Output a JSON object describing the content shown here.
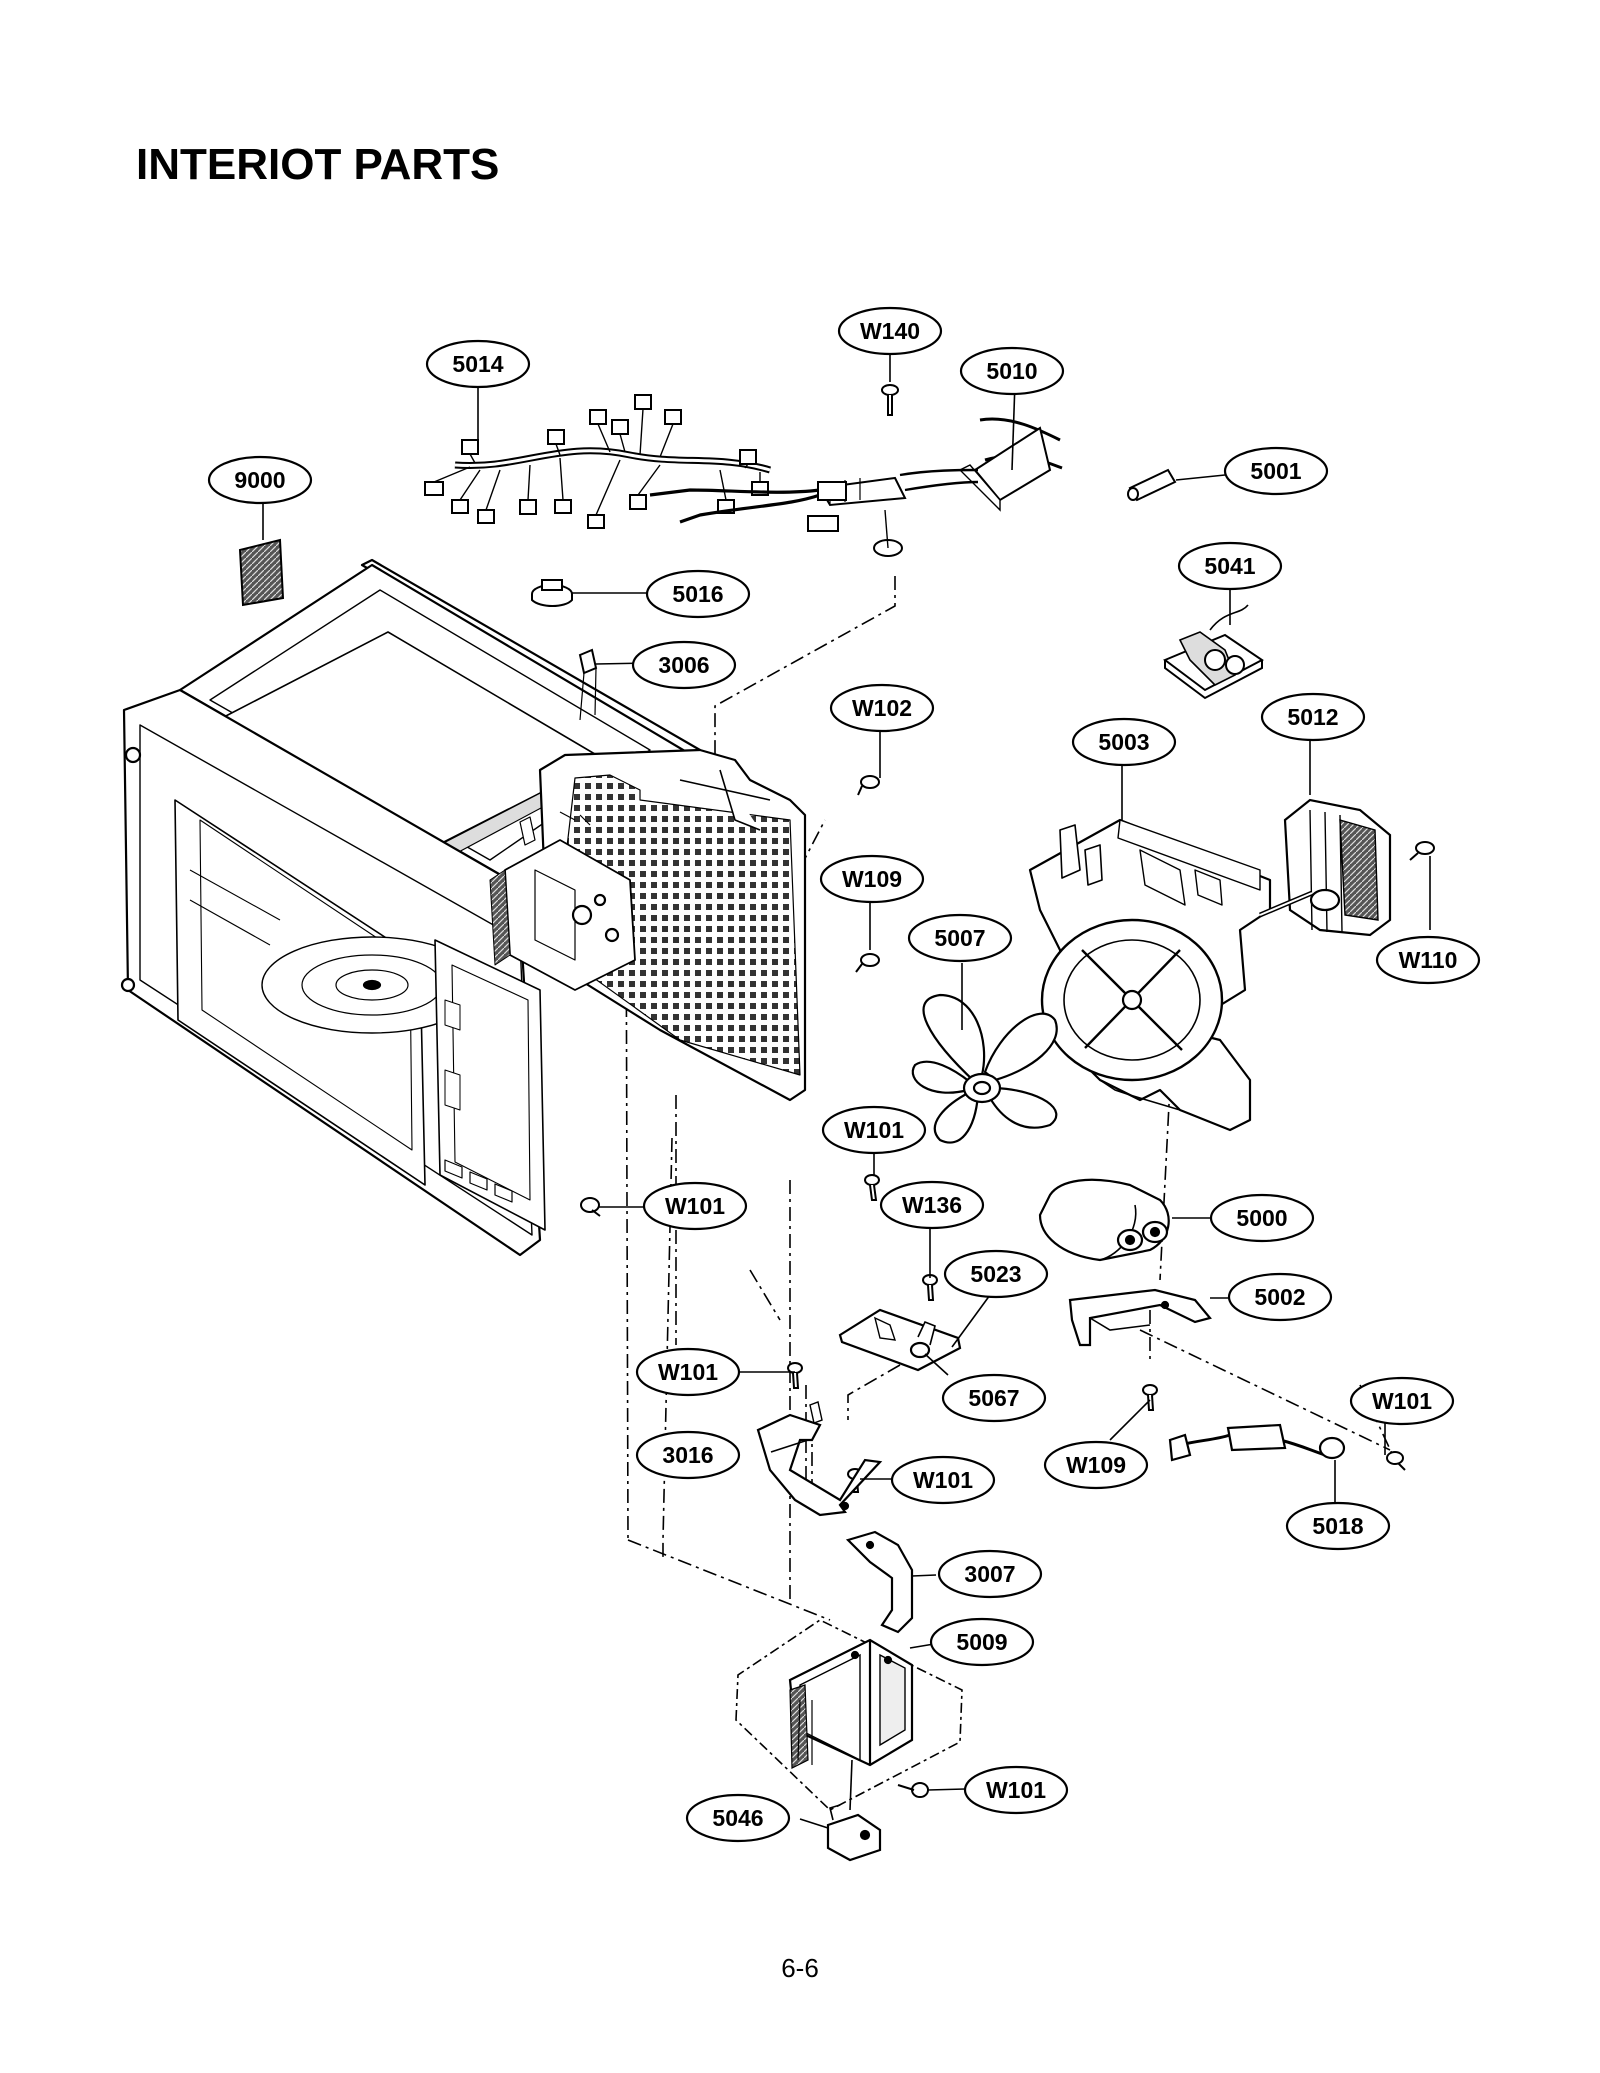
{
  "title": "INTERIOT PARTS",
  "page_number": "6-6",
  "callouts": [
    {
      "id": "c-5014",
      "label": "5014"
    },
    {
      "id": "c-w140",
      "label": "W140"
    },
    {
      "id": "c-5010",
      "label": "5010"
    },
    {
      "id": "c-9000",
      "label": "9000"
    },
    {
      "id": "c-5001",
      "label": "5001"
    },
    {
      "id": "c-5041",
      "label": "5041"
    },
    {
      "id": "c-5016",
      "label": "5016"
    },
    {
      "id": "c-3006",
      "label": "3006"
    },
    {
      "id": "c-w102",
      "label": "W102"
    },
    {
      "id": "c-5012",
      "label": "5012"
    },
    {
      "id": "c-5003",
      "label": "5003"
    },
    {
      "id": "c-w109a",
      "label": "W109"
    },
    {
      "id": "c-5007",
      "label": "5007"
    },
    {
      "id": "c-w110",
      "label": "W110"
    },
    {
      "id": "c-w101a",
      "label": "W101"
    },
    {
      "id": "c-w101b",
      "label": "W101"
    },
    {
      "id": "c-w136",
      "label": "W136"
    },
    {
      "id": "c-5000",
      "label": "5000"
    },
    {
      "id": "c-5023",
      "label": "5023"
    },
    {
      "id": "c-5002",
      "label": "5002"
    },
    {
      "id": "c-w101c",
      "label": "W101"
    },
    {
      "id": "c-5067",
      "label": "5067"
    },
    {
      "id": "c-w101d",
      "label": "W101"
    },
    {
      "id": "c-3016",
      "label": "3016"
    },
    {
      "id": "c-w109b",
      "label": "W109"
    },
    {
      "id": "c-w101e",
      "label": "W101"
    },
    {
      "id": "c-5018",
      "label": "5018"
    },
    {
      "id": "c-3007",
      "label": "3007"
    },
    {
      "id": "c-5009",
      "label": "5009"
    },
    {
      "id": "c-w101f",
      "label": "W101"
    },
    {
      "id": "c-5046",
      "label": "5046"
    }
  ]
}
